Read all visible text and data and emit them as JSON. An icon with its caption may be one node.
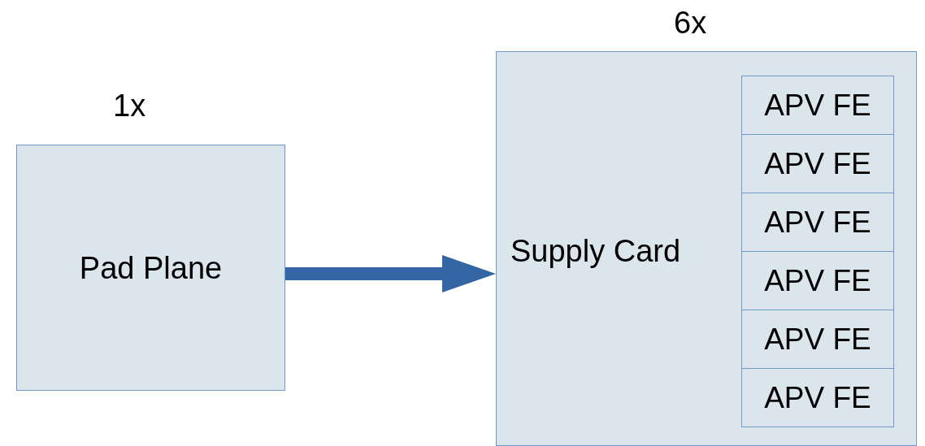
{
  "diagram": {
    "nodes": [
      {
        "text": [
          "Pad Plane"
        ],
        "beside": [
          "1x"
        ]
      },
      {
        "text": [
          "Supply Card"
        ],
        "beside": [
          "6x"
        ]
      },
      {
        "text": [
          "APV FE"
        ],
        "in": 1
      },
      {
        "text": [
          "APV FE"
        ],
        "in": 1
      },
      {
        "text": [
          "APV FE"
        ],
        "in": 1
      },
      {
        "text": [
          "APV FE"
        ],
        "in": 1
      },
      {
        "text": [
          "APV FE"
        ],
        "in": 1
      },
      {
        "text": [
          "APV FE"
        ],
        "in": 1
      }
    ],
    "edges": [
      {
        "from": 0,
        "to": 1,
        "arrow": "to",
        "color": "#3465a4"
      }
    ]
  }
}
